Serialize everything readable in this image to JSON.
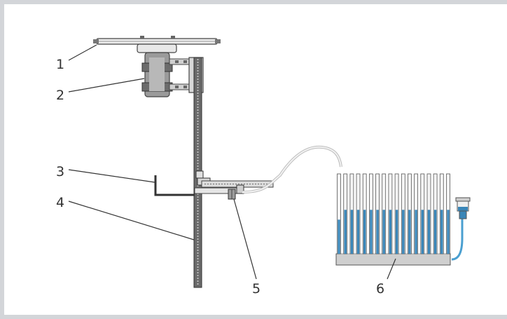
{
  "diagram": {
    "callouts": [
      {
        "id": "1",
        "text": "1"
      },
      {
        "id": "2",
        "text": "2"
      },
      {
        "id": "3",
        "text": "3"
      },
      {
        "id": "4",
        "text": "4"
      },
      {
        "id": "5",
        "text": "5"
      },
      {
        "id": "6",
        "text": "6"
      }
    ],
    "manometer_tubes": 18,
    "tube_fill_fraction": 0.55
  },
  "colors": {
    "frame": "#d3d5d9",
    "line": "#333333",
    "metal_light": "#e6e6e6",
    "metal_mid": "#bfbfbf",
    "metal_dark": "#555555",
    "liquid": "#3a86b8",
    "hose": "#d8d8d8",
    "hose_blue": "#4a9fd0"
  }
}
